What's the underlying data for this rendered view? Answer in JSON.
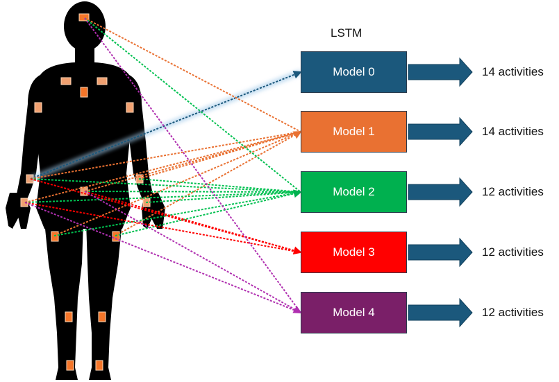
{
  "header": {
    "lstm_label": "LSTM"
  },
  "models": [
    {
      "label": "Model 0",
      "activities": "14 activities",
      "color": "#1b587c"
    },
    {
      "label": "Model 1",
      "activities": "14 activities",
      "color": "#e97132"
    },
    {
      "label": "Model 2",
      "activities": "12 activities",
      "color": "#00b04f"
    },
    {
      "label": "Model 3",
      "activities": "12 activities",
      "color": "#ff0000"
    },
    {
      "label": "Model 4",
      "activities": "12 activities",
      "color": "#7a1f68"
    }
  ],
  "sensor_color": "#f5762a",
  "silhouette_color": "#000000"
}
